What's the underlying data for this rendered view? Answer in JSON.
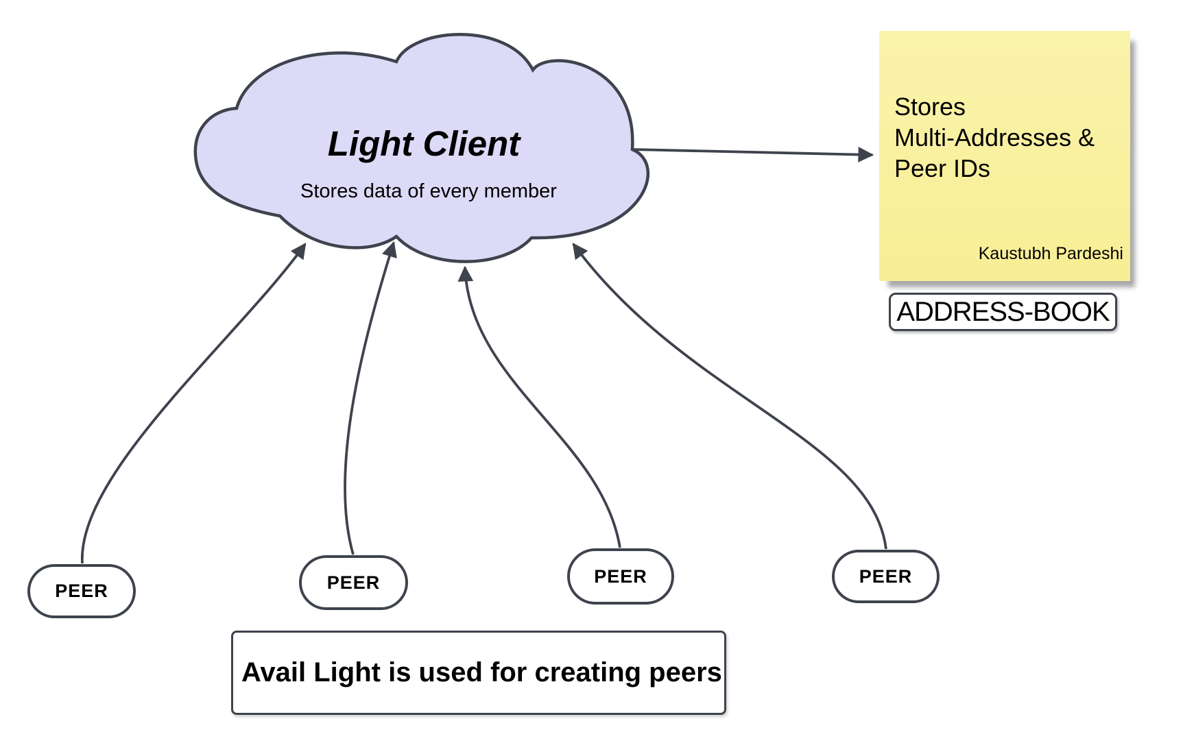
{
  "diagram": {
    "cloud": {
      "title": "Light Client",
      "subtitle": "Stores data of every member"
    },
    "note": {
      "line1": "Stores",
      "line2": "Multi-Addresses &",
      "line3": "Peer IDs",
      "signature": "Kaustubh Pardeshi"
    },
    "address_book": {
      "label": "ADDRESS-BOOK"
    },
    "peers": [
      {
        "label": "PEER"
      },
      {
        "label": "PEER"
      },
      {
        "label": "PEER"
      },
      {
        "label": "PEER"
      }
    ],
    "caption": {
      "text": "Avail Light is used for creating peers"
    },
    "colors": {
      "stroke": "#3e434d",
      "cloud_fill": "#dcdaf7",
      "note_fill": "#f9f09e",
      "shape_fill": "#ffffff",
      "text": "#000000"
    }
  }
}
